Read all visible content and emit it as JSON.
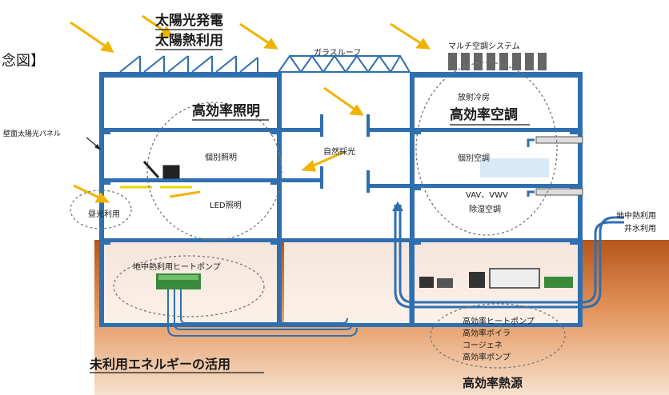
{
  "labels": {
    "concept_fragment": "念図】",
    "solar_power": "太陽光発電",
    "solar_heat": "太陽熱利用",
    "glass_roof": "ガラスルーフ",
    "multi_ac": "マルチ空調システム",
    "high_eff_lighting": "高効率照明",
    "radiant_cooling": "放射冷房",
    "high_eff_ac": "高効率空調",
    "wall_solar_panel": "壁面太陽光パネル",
    "individual_lighting": "個別照明",
    "natural_lighting": "自然採光",
    "individual_ac": "個別空調",
    "vav_vwv": "VAV、VWV",
    "dehumid_ac": "除湿空調",
    "led_lighting": "LED照明",
    "daylight_use": "昼光利用",
    "geo_heat_use": "地中熱利用",
    "well_water_use": "井水利用",
    "geo_heat_pump": "地中熱利用ヒートポンプ",
    "hp_heat_pump": "高効率ヒートポンプ",
    "hp_boiler": "高効率ボイラ",
    "cogeneration": "コージェネ",
    "hp_pump": "高効率ポンプ",
    "unused_energy": "未利用エネルギーの活用",
    "high_eff_heat_source": "高効率熱源"
  },
  "colors": {
    "structure": "#2f6fb0",
    "ground_top": "#b5561c",
    "ground_bottom": "#f2d4b8",
    "sun_arrow": "#f0b400",
    "dashed_circle": "#777777",
    "pipe": "#2f6fb0",
    "pump_green": "#3a8a3a"
  }
}
